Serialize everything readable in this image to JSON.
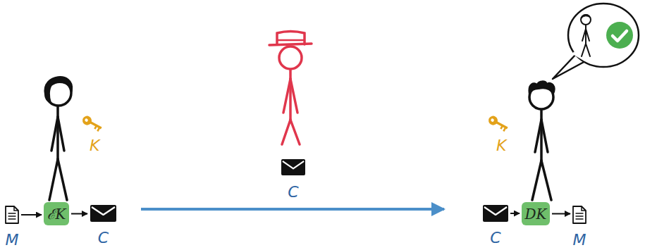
{
  "diagram": {
    "nodes": [
      {
        "text": [
          "M"
        ]
      },
      {
        "text": [
          "ℰK"
        ]
      },
      {
        "text": [
          "C"
        ]
      },
      {
        "text": [
          "C"
        ]
      },
      {
        "text": [
          "C"
        ]
      },
      {
        "text": [
          "DK"
        ]
      },
      {
        "text": [
          "M"
        ]
      }
    ],
    "edges": [
      {
        "from": 0,
        "to": 1,
        "arrow": "to"
      },
      {
        "from": 1,
        "to": 2,
        "arrow": "to"
      },
      {
        "from": 2,
        "to": 4,
        "arrow": "to"
      },
      {
        "from": 4,
        "to": 5,
        "arrow": "to"
      },
      {
        "from": 5,
        "to": 6,
        "arrow": "to"
      }
    ],
    "labels": [
      "K",
      "K"
    ]
  }
}
